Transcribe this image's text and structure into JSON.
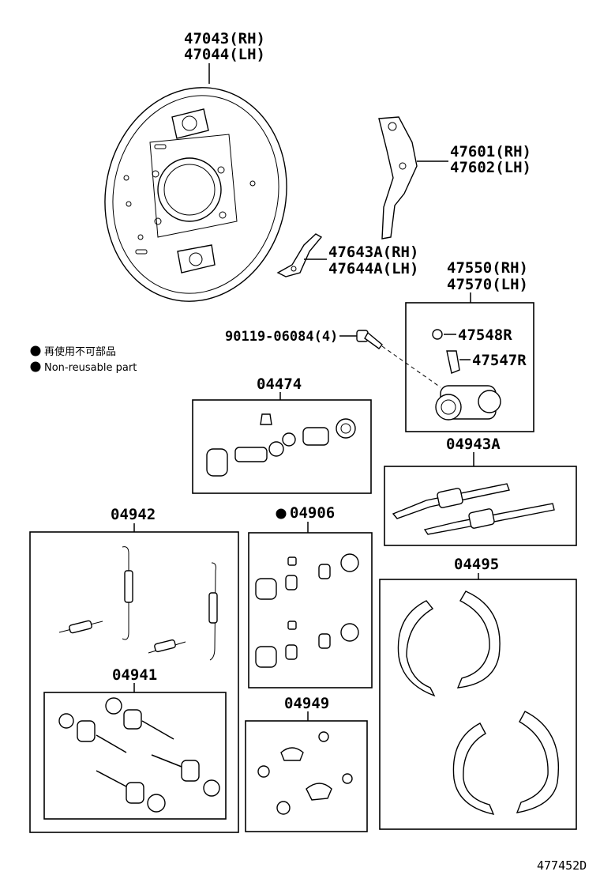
{
  "parts": {
    "backing_plate": {
      "rh": "47043(RH)",
      "lh": "47044(LH)"
    },
    "parking_lever": {
      "rh": "47601(RH)",
      "lh": "47602(LH)"
    },
    "strut": {
      "rh": "47643A(RH)",
      "lh": "47644A(LH)"
    },
    "wheel_cylinder": {
      "rh": "47550(RH)",
      "lh": "47570(LH)"
    },
    "bleeder_cap": "47548R",
    "bleeder_plug": "47547R",
    "bolt": "90119-06084(4)",
    "cylinder_kit": "04474",
    "adjuster_kit": "04943A",
    "spring_kit": "04942",
    "cup_kit": "04906",
    "shoe_set": "04495",
    "hold_down_kit": "04941",
    "boot_kit": "04949"
  },
  "legend": {
    "jp": "再使用不可部品",
    "en": "Non-reusable part"
  },
  "figure_id": "477452D"
}
